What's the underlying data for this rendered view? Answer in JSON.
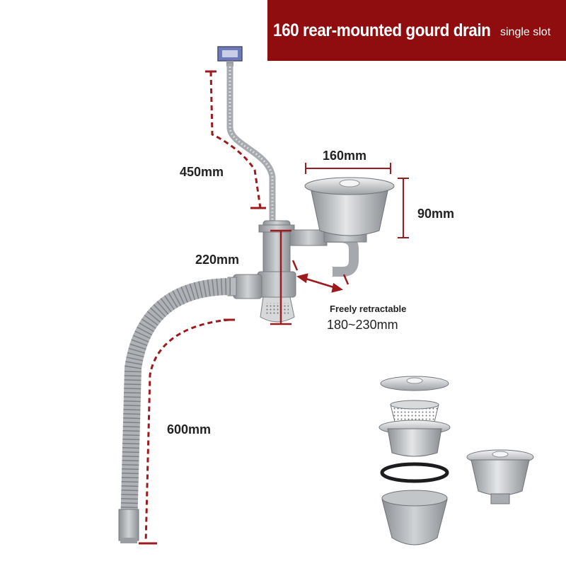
{
  "banner": {
    "title": "160 rear-mounted gourd drain",
    "subtitle": "single slot"
  },
  "dimensions": {
    "overflow_hose": "450mm",
    "basket_diameter": "160mm",
    "basket_height": "90mm",
    "trap_height": "220mm",
    "retract_note": "Freely retractable",
    "retract_range": "180~230mm",
    "drain_hose": "600mm"
  },
  "colors": {
    "banner": "#8f0d0f",
    "dimension_line": "#9b1b1e",
    "steel": "#c9cccf",
    "pipe": "#a9adb1"
  }
}
